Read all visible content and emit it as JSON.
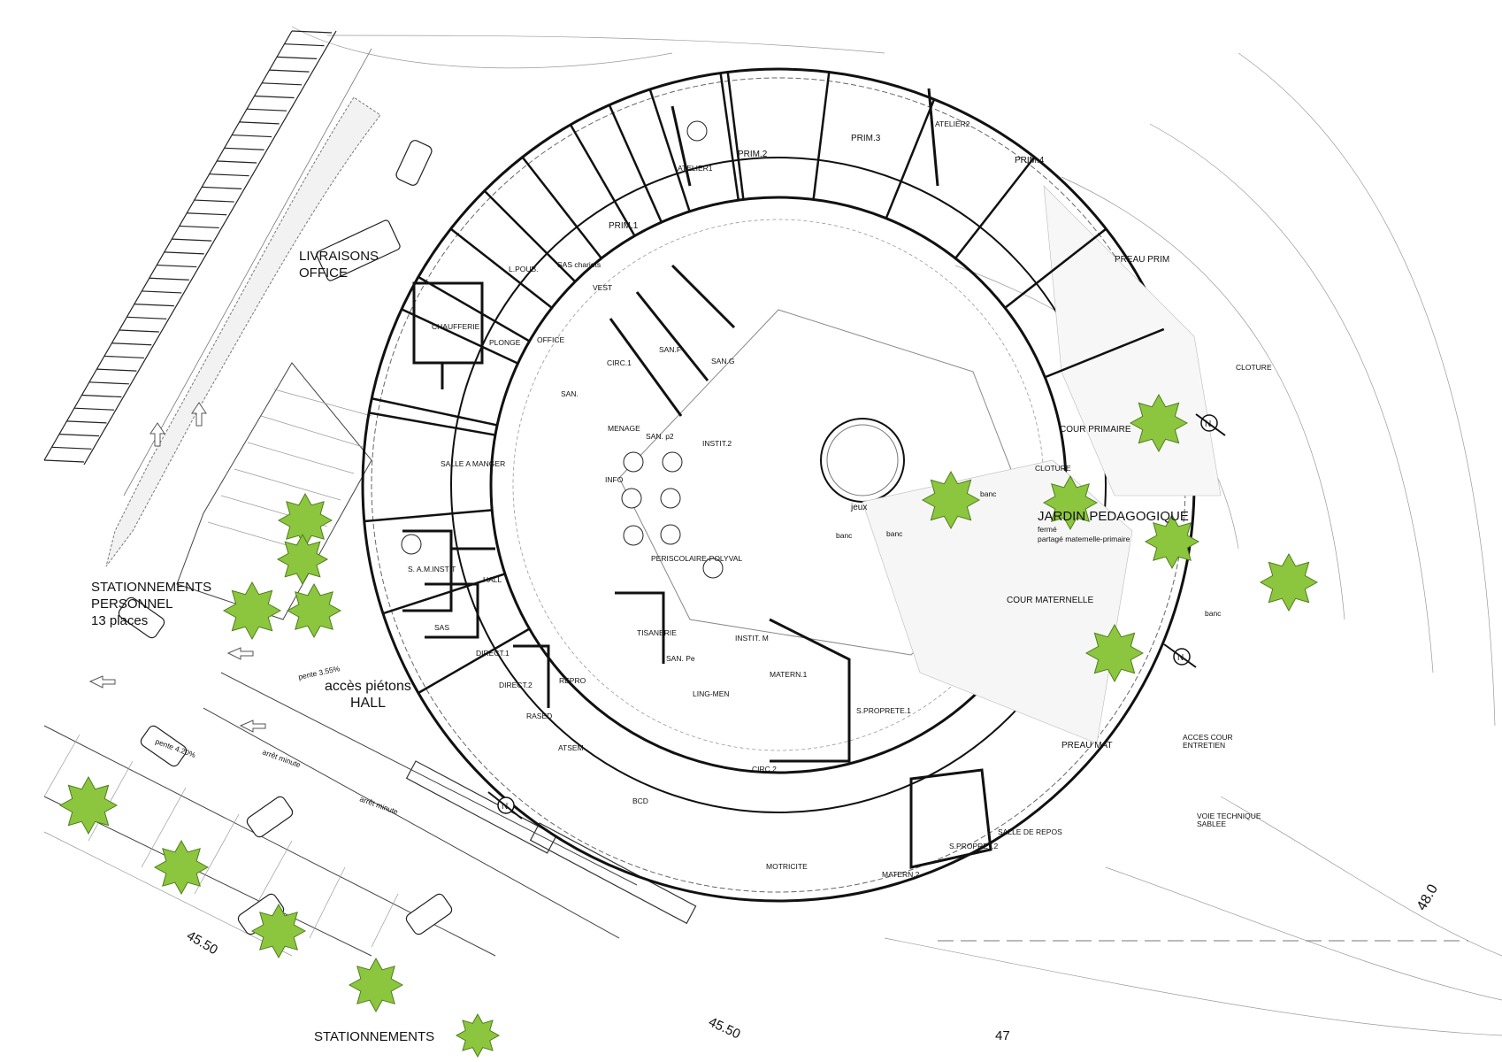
{
  "site": {
    "livraisons": "LIVRAISONS",
    "office": "OFFICE",
    "stationnements_personnel": "STATIONNEMENTS",
    "personnel": "PERSONNEL",
    "places": "13 places",
    "acces_pietons": "accès piétons",
    "hall": "HALL",
    "stationnements_bottom": "STATIONNEMENTS",
    "pente_1": "pente 3.55%",
    "pente_2": "pente 4.20%",
    "arret_minute_1": "arrêt minute",
    "arret_minute_2": "arrêt minute",
    "level_1": "45.50",
    "level_2": "45.50",
    "level_3": "48.0",
    "level_4": "47"
  },
  "rooms": {
    "prim1": "PRIM.1",
    "prim2": "PRIM.2",
    "prim3": "PRIM.3",
    "prim4": "PRIM.4",
    "atelier1": "ATELIER1",
    "atelier2": "ATELIER2",
    "preau_prim": "PREAU PRIM",
    "cloture_1": "CLOTURE",
    "cloture_2": "CLOTURE",
    "cour_primaire": "COUR PRIMAIRE",
    "jardin": "JARDIN PEDAGOGIQUE",
    "jardin_note_1": "fermé",
    "jardin_note_2": "partagé maternelle-primaire",
    "banc_1": "banc",
    "banc_2": "banc",
    "banc_3": "banc",
    "banc_4": "banc",
    "jeux": "jeux",
    "cour_maternelle": "COUR MATERNELLE",
    "preau_mat": "PREAU MAT",
    "acces_cour": "ACCES COUR",
    "entretien": "ENTRETIEN",
    "voie_technique": "VOIE TECHNIQUE",
    "sablee": "SABLEE",
    "l_poub": "L.POUB.",
    "sas_chariots": "SAS chariots",
    "vest": "VEST",
    "chaufferie": "CHAUFFERIE",
    "plonge": "PLONGE",
    "office": "OFFICE",
    "circ1": "CIRC.1",
    "san": "SAN.",
    "san_f": "SAN.F",
    "san_g": "SAN.G",
    "menage": "MENAGE",
    "san_p2": "SAN. p2",
    "instit2": "INSTIT.2",
    "salle_a_manger": "SALLE A MANGER",
    "info": "INFO",
    "periscolaire": "PERISCOLAIRE-POLYVAL",
    "hall_room": "HALL",
    "s_a_m_instit": "S. A.M.INSTIT",
    "sas": "SAS",
    "tisanerie": "TISANERIE",
    "san_pe": "SAN. Pe",
    "instit_m": "INSTIT. M",
    "ling_men": "LING-MEN",
    "direct1": "DIRECT.1",
    "direct2": "DIRECT.2",
    "repro": "REPRO",
    "rased": "RASED",
    "atsem": "ATSEM",
    "matern1": "MATERN.1",
    "s_proprete1": "S.PROPRETE.1",
    "circ2": "CIRC.2",
    "bcd": "BCD",
    "motricite": "MOTRICITE",
    "matern2": "MATERN.2",
    "s_proprete2": "S.PROPRET.2",
    "salle_de_repos": "SALLE DE REPOS"
  },
  "north_arrow": "N",
  "colors": {
    "tree": "#8cc63f",
    "tree_dark": "#4e7d1a",
    "wall": "#111111",
    "line": "#444444"
  }
}
